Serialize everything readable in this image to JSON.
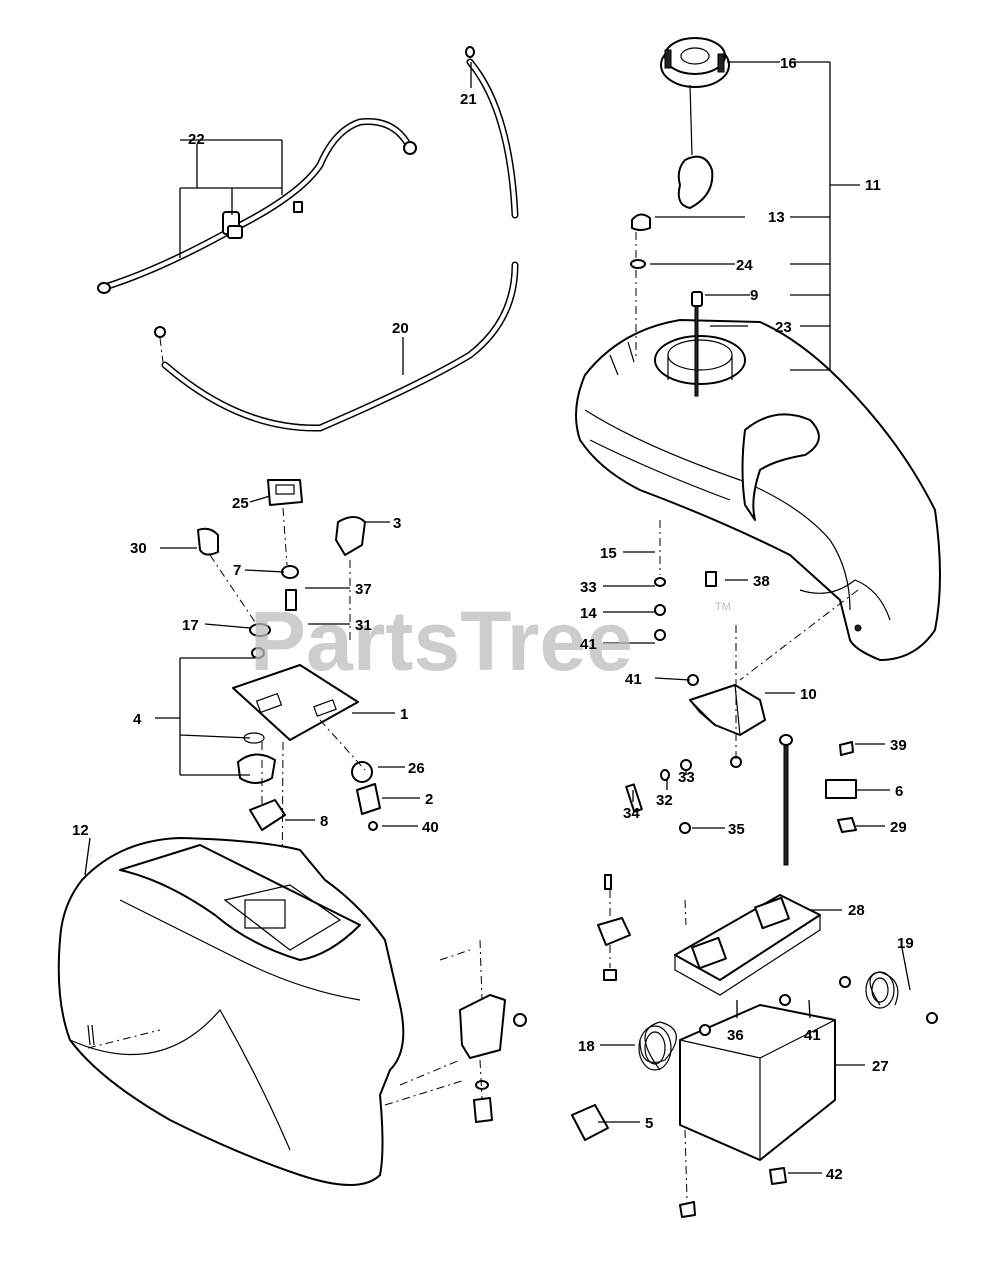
{
  "watermark": {
    "text": "PartsTree",
    "trademark": "TM"
  },
  "callouts": [
    {
      "key": "16",
      "label": "16"
    },
    {
      "key": "11",
      "label": "11"
    },
    {
      "key": "13",
      "label": "13"
    },
    {
      "key": "24",
      "label": "24"
    },
    {
      "key": "9",
      "label": "9"
    },
    {
      "key": "23",
      "label": "23"
    },
    {
      "key": "21",
      "label": "21"
    },
    {
      "key": "22",
      "label": "22"
    },
    {
      "key": "20",
      "label": "20"
    },
    {
      "key": "25",
      "label": "25"
    },
    {
      "key": "3",
      "label": "3"
    },
    {
      "key": "30",
      "label": "30"
    },
    {
      "key": "7",
      "label": "7"
    },
    {
      "key": "37",
      "label": "37"
    },
    {
      "key": "17",
      "label": "17"
    },
    {
      "key": "31",
      "label": "31"
    },
    {
      "key": "4",
      "label": "4"
    },
    {
      "key": "1",
      "label": "1"
    },
    {
      "key": "26",
      "label": "26"
    },
    {
      "key": "2",
      "label": "2"
    },
    {
      "key": "8",
      "label": "8"
    },
    {
      "key": "40",
      "label": "40"
    },
    {
      "key": "12",
      "label": "12"
    },
    {
      "key": "15",
      "label": "15"
    },
    {
      "key": "33a",
      "label": "33"
    },
    {
      "key": "38",
      "label": "38"
    },
    {
      "key": "14",
      "label": "14"
    },
    {
      "key": "41a",
      "label": "41"
    },
    {
      "key": "41b",
      "label": "41"
    },
    {
      "key": "10",
      "label": "10"
    },
    {
      "key": "39",
      "label": "39"
    },
    {
      "key": "6",
      "label": "6"
    },
    {
      "key": "34",
      "label": "34"
    },
    {
      "key": "32",
      "label": "32"
    },
    {
      "key": "33b",
      "label": "33"
    },
    {
      "key": "29",
      "label": "29"
    },
    {
      "key": "35",
      "label": "35"
    },
    {
      "key": "28",
      "label": "28"
    },
    {
      "key": "19",
      "label": "19"
    },
    {
      "key": "36",
      "label": "36"
    },
    {
      "key": "41c",
      "label": "41"
    },
    {
      "key": "18",
      "label": "18"
    },
    {
      "key": "27",
      "label": "27"
    },
    {
      "key": "5",
      "label": "5"
    },
    {
      "key": "42",
      "label": "42"
    }
  ]
}
